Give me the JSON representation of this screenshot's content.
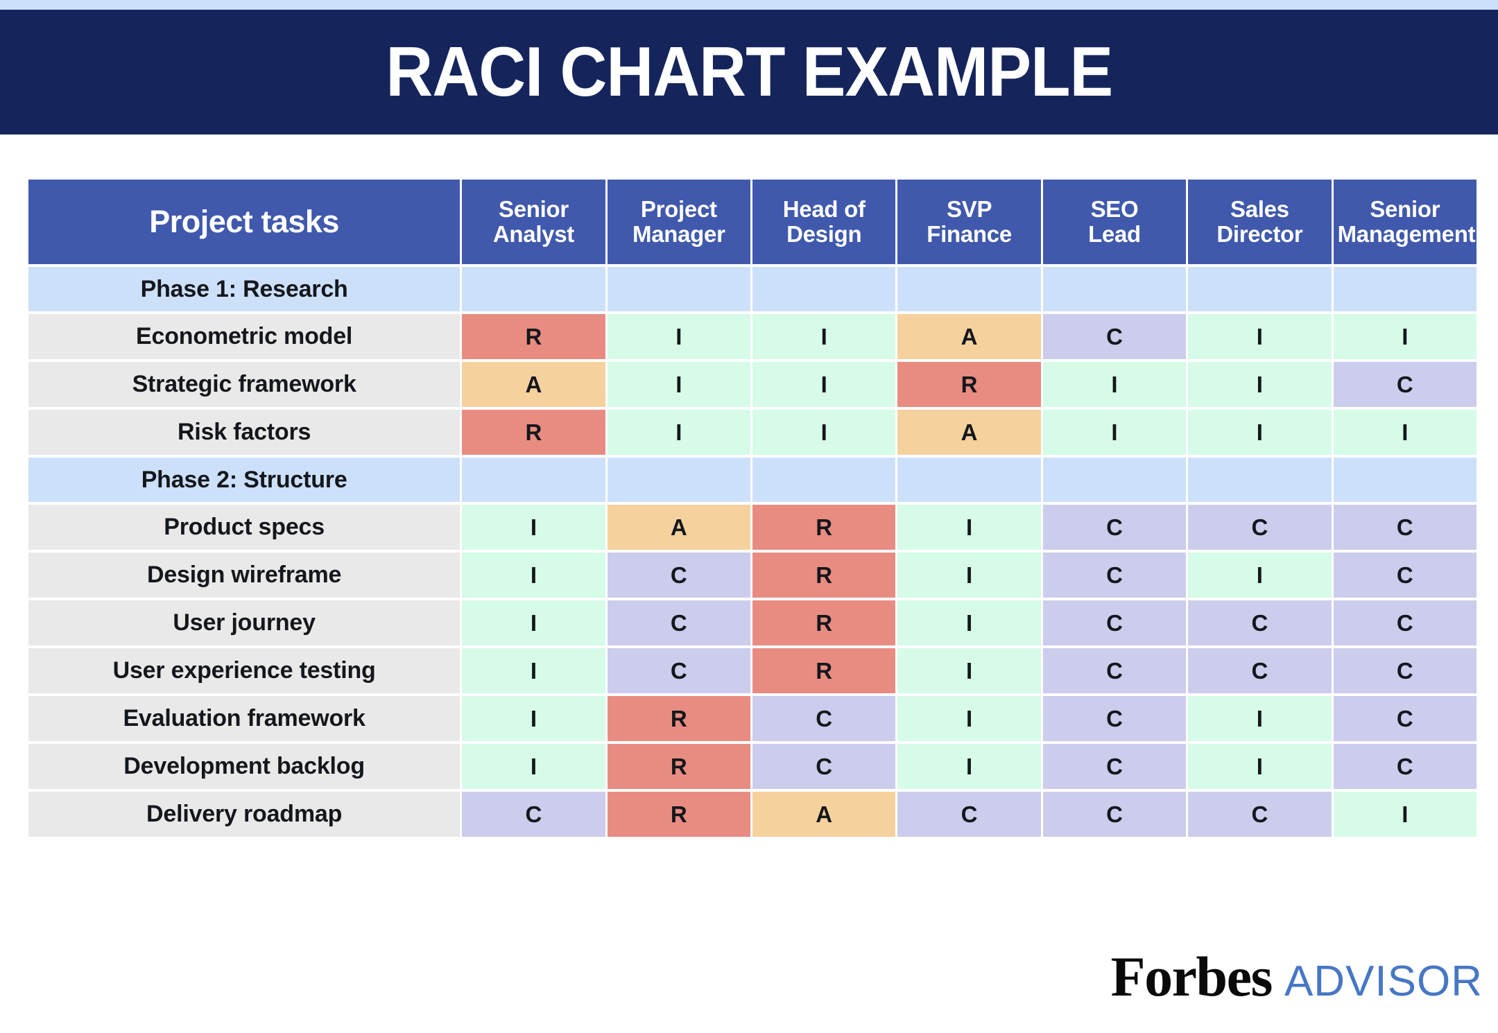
{
  "banner": {
    "title": "RACI CHART EXAMPLE",
    "background_color": "#15255C",
    "text_color": "#FFFFFF",
    "top_strip_color": "#CBE0F8"
  },
  "logo": {
    "brand": "Forbes",
    "product": "ADVISOR",
    "brand_color": "#0A0A0A",
    "product_color": "#4777C4"
  },
  "legend_colors": {
    "R": "#E88C82",
    "A": "#F5D19E",
    "C": "#CCCCEC",
    "I": "#D6FBE8",
    "phase_row": "#CCE0FA",
    "task_label": "#E9E9E9",
    "header": "#4059AC"
  },
  "chart_data": {
    "type": "table",
    "title": "RACI CHART EXAMPLE",
    "task_column_header": "Project tasks",
    "columns": [
      {
        "line1": "Senior",
        "line2": "Analyst",
        "label": "Senior Analyst"
      },
      {
        "line1": "Project",
        "line2": "Manager",
        "label": "Project Manager"
      },
      {
        "line1": "Head of",
        "line2": "Design",
        "label": "Head of Design"
      },
      {
        "line1": "SVP",
        "line2": "Finance",
        "label": "SVP Finance"
      },
      {
        "line1": "SEO",
        "line2": "Lead",
        "label": "SEO Lead"
      },
      {
        "line1": "Sales",
        "line2": "Director",
        "label": "Sales Director"
      },
      {
        "line1": "Senior",
        "line2": "Management",
        "label": "Senior Management"
      }
    ],
    "rows": [
      {
        "kind": "phase",
        "task": "Phase 1: Research",
        "values": [
          "",
          "",
          "",
          "",
          "",
          "",
          ""
        ]
      },
      {
        "kind": "task",
        "task": "Econometric model",
        "values": [
          "R",
          "I",
          "I",
          "A",
          "C",
          "I",
          "I"
        ]
      },
      {
        "kind": "task",
        "task": "Strategic framework",
        "values": [
          "A",
          "I",
          "I",
          "R",
          "I",
          "I",
          "C"
        ]
      },
      {
        "kind": "task",
        "task": "Risk factors",
        "values": [
          "R",
          "I",
          "I",
          "A",
          "I",
          "I",
          "I"
        ]
      },
      {
        "kind": "phase",
        "task": "Phase 2: Structure",
        "values": [
          "",
          "",
          "",
          "",
          "",
          "",
          ""
        ]
      },
      {
        "kind": "task",
        "task": "Product specs",
        "values": [
          "I",
          "A",
          "R",
          "I",
          "C",
          "C",
          "C"
        ]
      },
      {
        "kind": "task",
        "task": "Design wireframe",
        "values": [
          "I",
          "C",
          "R",
          "I",
          "C",
          "I",
          "C"
        ]
      },
      {
        "kind": "task",
        "task": "User journey",
        "values": [
          "I",
          "C",
          "R",
          "I",
          "C",
          "C",
          "C"
        ]
      },
      {
        "kind": "task",
        "task": "User experience testing",
        "values": [
          "I",
          "C",
          "R",
          "I",
          "C",
          "C",
          "C"
        ]
      },
      {
        "kind": "task",
        "task": "Evaluation framework",
        "values": [
          "I",
          "R",
          "C",
          "I",
          "C",
          "I",
          "C"
        ]
      },
      {
        "kind": "task",
        "task": "Development backlog",
        "values": [
          "I",
          "R",
          "C",
          "I",
          "C",
          "I",
          "C"
        ]
      },
      {
        "kind": "task",
        "task": "Delivery roadmap",
        "values": [
          "C",
          "R",
          "A",
          "C",
          "C",
          "C",
          "I"
        ]
      }
    ]
  }
}
